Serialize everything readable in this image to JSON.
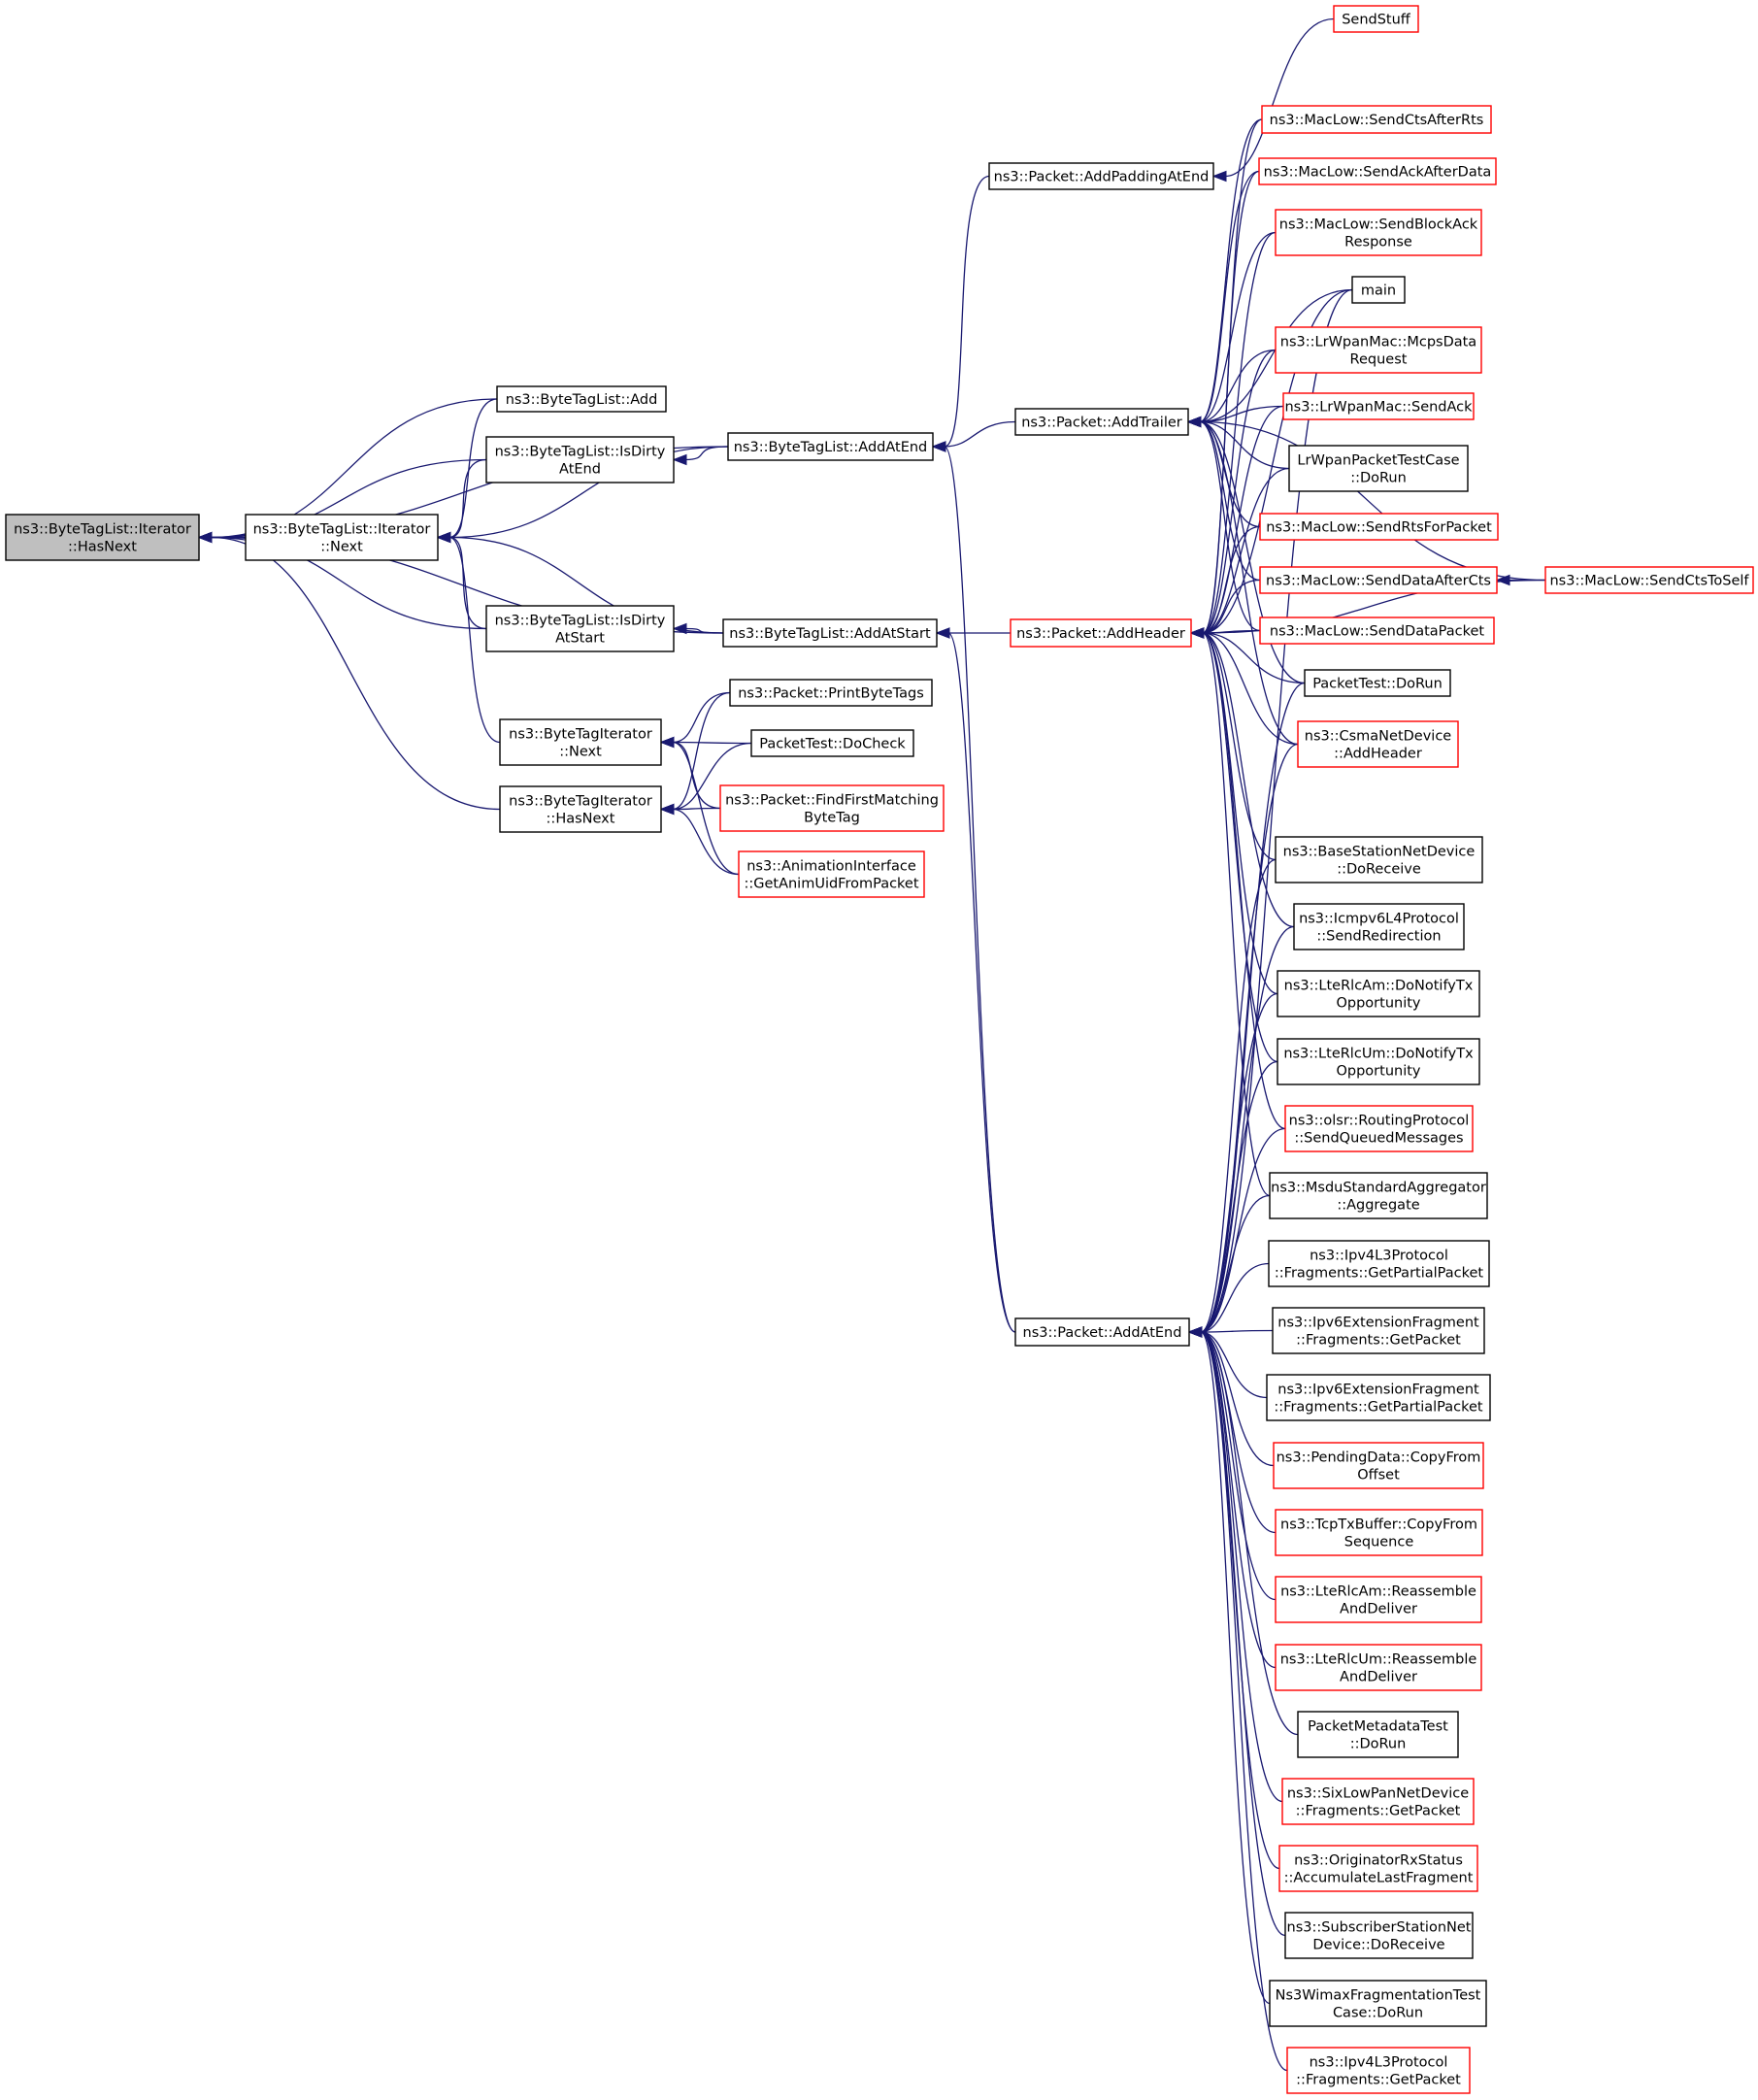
{
  "colors": {
    "edge": "#191970",
    "root_fill": "#bfbfbf",
    "border_black": "#000000",
    "border_red": "#ff0000"
  },
  "nodes": [
    {
      "id": "root",
      "lines": [
        "ns3::ByteTagList::Iterator",
        "::HasNext"
      ],
      "style": "root"
    },
    {
      "id": "itnext",
      "lines": [
        "ns3::ByteTagList::Iterator",
        "::Next"
      ],
      "style": "black"
    },
    {
      "id": "btl_add",
      "lines": [
        "ns3::ByteTagList::Add"
      ],
      "style": "black"
    },
    {
      "id": "dirty_end",
      "lines": [
        "ns3::ByteTagList::IsDirty",
        "AtEnd"
      ],
      "style": "black"
    },
    {
      "id": "dirty_start",
      "lines": [
        "ns3::ByteTagList::IsDirty",
        "AtStart"
      ],
      "style": "black"
    },
    {
      "id": "bti_next",
      "lines": [
        "ns3::ByteTagIterator",
        "::Next"
      ],
      "style": "black"
    },
    {
      "id": "bti_hasnext",
      "lines": [
        "ns3::ByteTagIterator",
        "::HasNext"
      ],
      "style": "black"
    },
    {
      "id": "btl_addatend",
      "lines": [
        "ns3::ByteTagList::AddAtEnd"
      ],
      "style": "black"
    },
    {
      "id": "btl_addatstart",
      "lines": [
        "ns3::ByteTagList::AddAtStart"
      ],
      "style": "black"
    },
    {
      "id": "printbytetags",
      "lines": [
        "ns3::Packet::PrintByteTags"
      ],
      "style": "black"
    },
    {
      "id": "pt_docheck",
      "lines": [
        "PacketTest::DoCheck"
      ],
      "style": "black"
    },
    {
      "id": "findfirst",
      "lines": [
        "ns3::Packet::FindFirstMatching",
        "ByteTag"
      ],
      "style": "red"
    },
    {
      "id": "anim",
      "lines": [
        "ns3::AnimationInterface",
        "::GetAnimUidFromPacket"
      ],
      "style": "red"
    },
    {
      "id": "addpadding",
      "lines": [
        "ns3::Packet::AddPaddingAtEnd"
      ],
      "style": "black"
    },
    {
      "id": "addtrailer",
      "lines": [
        "ns3::Packet::AddTrailer"
      ],
      "style": "black"
    },
    {
      "id": "addheader",
      "lines": [
        "ns3::Packet::AddHeader"
      ],
      "style": "red"
    },
    {
      "id": "p_addatend",
      "lines": [
        "ns3::Packet::AddAtEnd"
      ],
      "style": "black"
    },
    {
      "id": "sendstuff",
      "lines": [
        "SendStuff"
      ],
      "style": "red"
    },
    {
      "id": "ml_ctsafterrts",
      "lines": [
        "ns3::MacLow::SendCtsAfterRts"
      ],
      "style": "red"
    },
    {
      "id": "ml_ackafterdata",
      "lines": [
        "ns3::MacLow::SendAckAfterData"
      ],
      "style": "red"
    },
    {
      "id": "ml_blockack",
      "lines": [
        "ns3::MacLow::SendBlockAck",
        "Response"
      ],
      "style": "red"
    },
    {
      "id": "main",
      "lines": [
        "main"
      ],
      "style": "black"
    },
    {
      "id": "lr_mcps",
      "lines": [
        "ns3::LrWpanMac::McpsData",
        "Request"
      ],
      "style": "red"
    },
    {
      "id": "lr_sendack",
      "lines": [
        "ns3::LrWpanMac::SendAck"
      ],
      "style": "red"
    },
    {
      "id": "lr_test",
      "lines": [
        "LrWpanPacketTestCase",
        "::DoRun"
      ],
      "style": "black"
    },
    {
      "id": "ml_rtsforpacket",
      "lines": [
        "ns3::MacLow::SendRtsForPacket"
      ],
      "style": "red"
    },
    {
      "id": "ml_dataaftercts",
      "lines": [
        "ns3::MacLow::SendDataAfterCts"
      ],
      "style": "red"
    },
    {
      "id": "ml_ctstoself",
      "lines": [
        "ns3::MacLow::SendCtsToSelf"
      ],
      "style": "red"
    },
    {
      "id": "ml_datapacket",
      "lines": [
        "ns3::MacLow::SendDataPacket"
      ],
      "style": "red"
    },
    {
      "id": "pt_dorun",
      "lines": [
        "PacketTest::DoRun"
      ],
      "style": "black"
    },
    {
      "id": "csma",
      "lines": [
        "ns3::CsmaNetDevice",
        "::AddHeader"
      ],
      "style": "red"
    },
    {
      "id": "bs_dorecv",
      "lines": [
        "ns3::BaseStationNetDevice",
        "::DoReceive"
      ],
      "style": "black"
    },
    {
      "id": "icmp",
      "lines": [
        "ns3::Icmpv6L4Protocol",
        "::SendRedirection"
      ],
      "style": "black"
    },
    {
      "id": "rlcam_tx",
      "lines": [
        "ns3::LteRlcAm::DoNotifyTx",
        "Opportunity"
      ],
      "style": "black"
    },
    {
      "id": "rlcum_tx",
      "lines": [
        "ns3::LteRlcUm::DoNotifyTx",
        "Opportunity"
      ],
      "style": "black"
    },
    {
      "id": "olsr",
      "lines": [
        "ns3::olsr::RoutingProtocol",
        "::SendQueuedMessages"
      ],
      "style": "red"
    },
    {
      "id": "msdu",
      "lines": [
        "ns3::MsduStandardAggregator",
        "::Aggregate"
      ],
      "style": "black"
    },
    {
      "id": "ipv4_partial",
      "lines": [
        "ns3::Ipv4L3Protocol",
        "::Fragments::GetPartialPacket"
      ],
      "style": "black"
    },
    {
      "id": "ipv6_getpacket",
      "lines": [
        "ns3::Ipv6ExtensionFragment",
        "::Fragments::GetPacket"
      ],
      "style": "black"
    },
    {
      "id": "ipv6_partial",
      "lines": [
        "ns3::Ipv6ExtensionFragment",
        "::Fragments::GetPartialPacket"
      ],
      "style": "black"
    },
    {
      "id": "pending",
      "lines": [
        "ns3::PendingData::CopyFrom",
        "Offset"
      ],
      "style": "red"
    },
    {
      "id": "tcptx",
      "lines": [
        "ns3::TcpTxBuffer::CopyFrom",
        "Sequence"
      ],
      "style": "red"
    },
    {
      "id": "rlcam_reasm",
      "lines": [
        "ns3::LteRlcAm::Reassemble",
        "AndDeliver"
      ],
      "style": "red"
    },
    {
      "id": "rlcum_reasm",
      "lines": [
        "ns3::LteRlcUm::Reassemble",
        "AndDeliver"
      ],
      "style": "red"
    },
    {
      "id": "pm_test",
      "lines": [
        "PacketMetadataTest",
        "::DoRun"
      ],
      "style": "black"
    },
    {
      "id": "sixlowpan",
      "lines": [
        "ns3::SixLowPanNetDevice",
        "::Fragments::GetPacket"
      ],
      "style": "red"
    },
    {
      "id": "originator",
      "lines": [
        "ns3::OriginatorRxStatus",
        "::AccumulateLastFragment"
      ],
      "style": "red"
    },
    {
      "id": "ss_dorecv",
      "lines": [
        "ns3::SubscriberStationNet",
        "Device::DoReceive"
      ],
      "style": "black"
    },
    {
      "id": "wimax_test",
      "lines": [
        "Ns3WimaxFragmentationTest",
        "Case::DoRun"
      ],
      "style": "black"
    },
    {
      "id": "ipv4_getpacket",
      "lines": [
        "ns3::Ipv4L3Protocol",
        "::Fragments::GetPacket"
      ],
      "style": "red"
    }
  ],
  "edges": [
    [
      "itnext",
      "root"
    ],
    [
      "btl_add",
      "root"
    ],
    [
      "dirty_end",
      "root"
    ],
    [
      "dirty_start",
      "root"
    ],
    [
      "bti_hasnext",
      "root"
    ],
    [
      "btl_addatend",
      "root"
    ],
    [
      "btl_addatstart",
      "root"
    ],
    [
      "btl_add",
      "itnext"
    ],
    [
      "dirty_end",
      "itnext"
    ],
    [
      "dirty_start",
      "itnext"
    ],
    [
      "bti_next",
      "itnext"
    ],
    [
      "btl_addatend",
      "itnext"
    ],
    [
      "btl_addatstart",
      "itnext"
    ],
    [
      "btl_addatend",
      "dirty_end"
    ],
    [
      "btl_addatstart",
      "dirty_start"
    ],
    [
      "addpadding",
      "btl_addatend"
    ],
    [
      "addtrailer",
      "btl_addatend"
    ],
    [
      "p_addatend",
      "btl_addatend"
    ],
    [
      "addheader",
      "btl_addatstart"
    ],
    [
      "p_addatend",
      "btl_addatstart"
    ],
    [
      "printbytetags",
      "bti_next"
    ],
    [
      "pt_docheck",
      "bti_next"
    ],
    [
      "findfirst",
      "bti_next"
    ],
    [
      "anim",
      "bti_next"
    ],
    [
      "printbytetags",
      "bti_hasnext"
    ],
    [
      "pt_docheck",
      "bti_hasnext"
    ],
    [
      "findfirst",
      "bti_hasnext"
    ],
    [
      "anim",
      "bti_hasnext"
    ],
    [
      "sendstuff",
      "addpadding"
    ],
    [
      "ml_ctsafterrts",
      "addtrailer"
    ],
    [
      "ml_ackafterdata",
      "addtrailer"
    ],
    [
      "ml_blockack",
      "addtrailer"
    ],
    [
      "main",
      "addtrailer"
    ],
    [
      "lr_mcps",
      "addtrailer"
    ],
    [
      "lr_sendack",
      "addtrailer"
    ],
    [
      "lr_test",
      "addtrailer"
    ],
    [
      "ml_rtsforpacket",
      "addtrailer"
    ],
    [
      "ml_dataaftercts",
      "addtrailer"
    ],
    [
      "ml_datapacket",
      "addtrailer"
    ],
    [
      "pt_dorun",
      "addtrailer"
    ],
    [
      "csma",
      "addtrailer"
    ],
    [
      "ml_ctstoself",
      "addtrailer"
    ],
    [
      "ml_ctsafterrts",
      "addheader"
    ],
    [
      "ml_ackafterdata",
      "addheader"
    ],
    [
      "ml_blockack",
      "addheader"
    ],
    [
      "main",
      "addheader"
    ],
    [
      "lr_mcps",
      "addheader"
    ],
    [
      "lr_sendack",
      "addheader"
    ],
    [
      "lr_test",
      "addheader"
    ],
    [
      "ml_rtsforpacket",
      "addheader"
    ],
    [
      "ml_dataaftercts",
      "addheader"
    ],
    [
      "ml_datapacket",
      "addheader"
    ],
    [
      "pt_dorun",
      "addheader"
    ],
    [
      "csma",
      "addheader"
    ],
    [
      "ml_ctstoself",
      "addheader"
    ],
    [
      "bs_dorecv",
      "addheader"
    ],
    [
      "icmp",
      "addheader"
    ],
    [
      "rlcam_tx",
      "addheader"
    ],
    [
      "rlcum_tx",
      "addheader"
    ],
    [
      "olsr",
      "addheader"
    ],
    [
      "msdu",
      "addheader"
    ],
    [
      "ml_ctstoself",
      "ml_dataaftercts"
    ],
    [
      "main",
      "p_addatend"
    ],
    [
      "pt_dorun",
      "p_addatend"
    ],
    [
      "csma",
      "p_addatend"
    ],
    [
      "bs_dorecv",
      "p_addatend"
    ],
    [
      "icmp",
      "p_addatend"
    ],
    [
      "rlcam_tx",
      "p_addatend"
    ],
    [
      "rlcum_tx",
      "p_addatend"
    ],
    [
      "olsr",
      "p_addatend"
    ],
    [
      "msdu",
      "p_addatend"
    ],
    [
      "ipv4_partial",
      "p_addatend"
    ],
    [
      "ipv6_getpacket",
      "p_addatend"
    ],
    [
      "ipv6_partial",
      "p_addatend"
    ],
    [
      "pending",
      "p_addatend"
    ],
    [
      "tcptx",
      "p_addatend"
    ],
    [
      "rlcam_reasm",
      "p_addatend"
    ],
    [
      "rlcum_reasm",
      "p_addatend"
    ],
    [
      "pm_test",
      "p_addatend"
    ],
    [
      "sixlowpan",
      "p_addatend"
    ],
    [
      "originator",
      "p_addatend"
    ],
    [
      "ss_dorecv",
      "p_addatend"
    ],
    [
      "wimax_test",
      "p_addatend"
    ],
    [
      "ipv4_getpacket",
      "p_addatend"
    ]
  ]
}
